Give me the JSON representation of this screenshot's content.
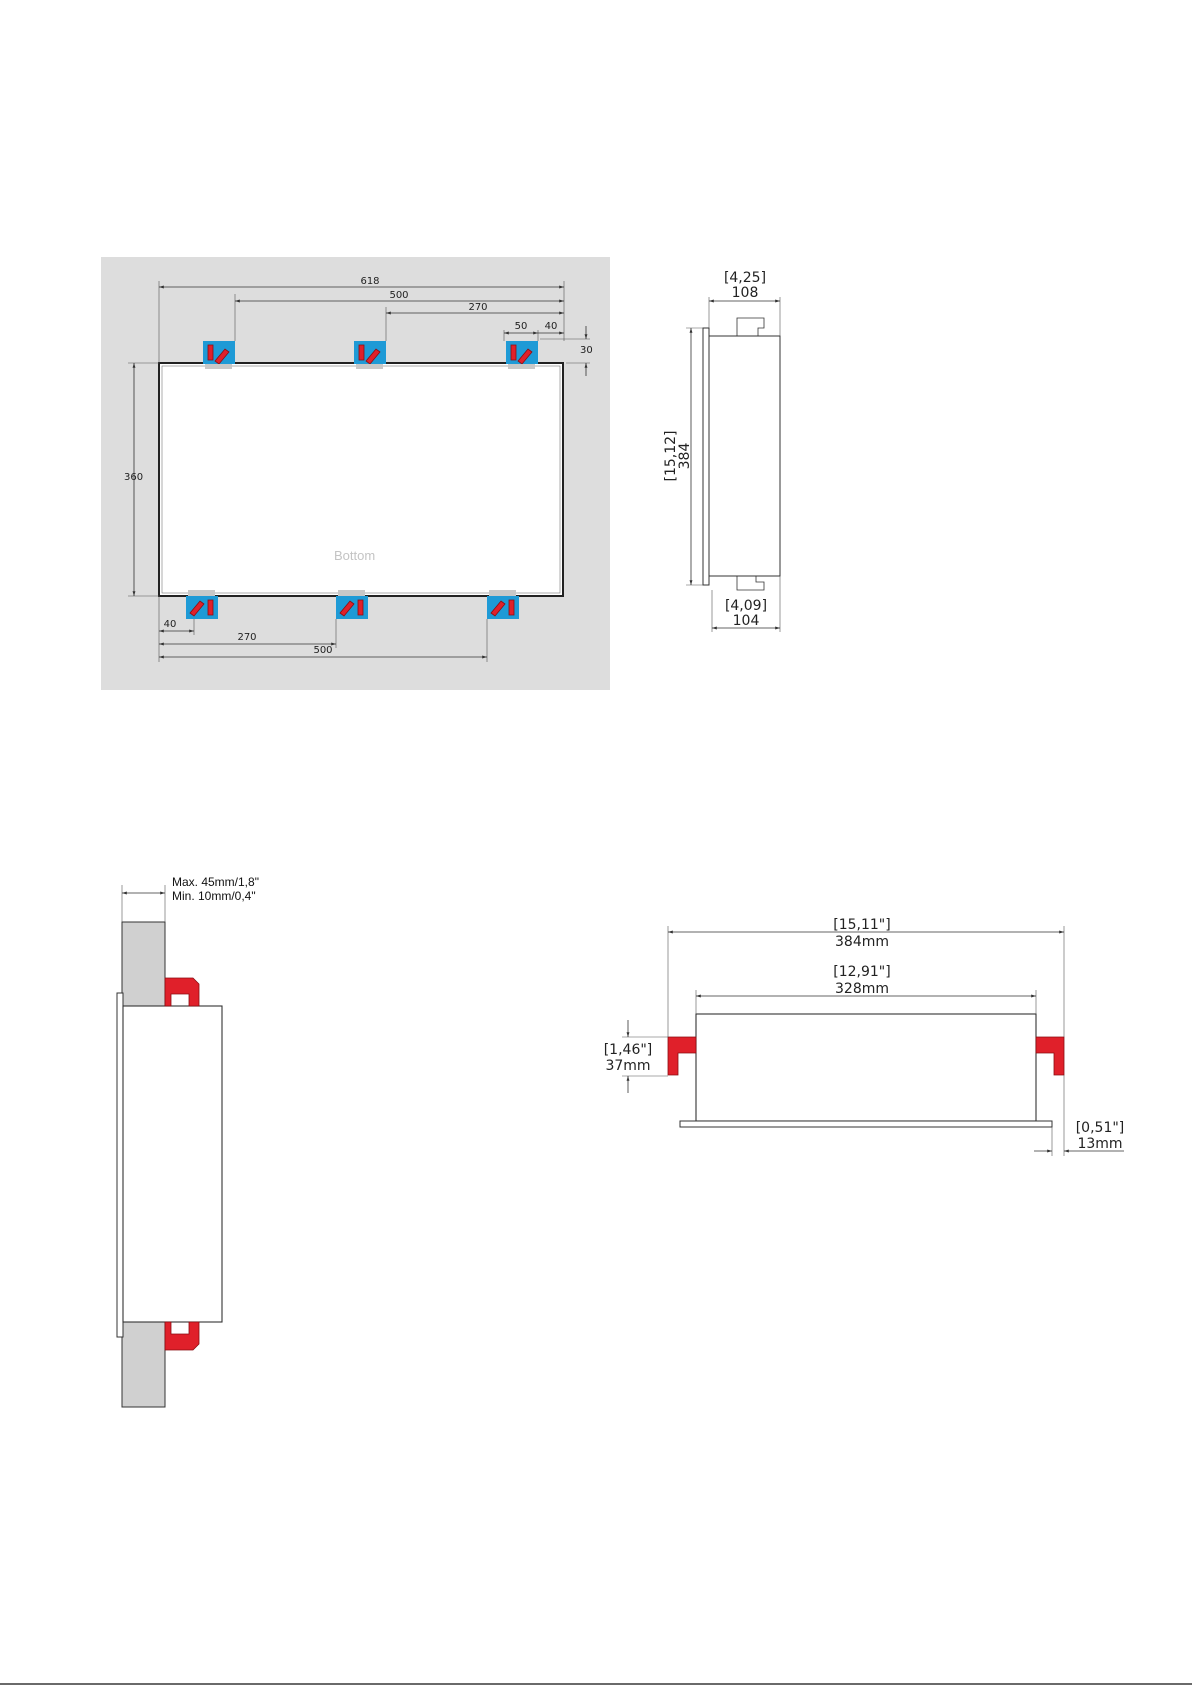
{
  "colors": {
    "panel_bg": "#dddddd",
    "clamp_blue": "#1e9ad6",
    "clamp_red": "#e0202a",
    "wall_grey": "#d0d0d0"
  },
  "front_view": {
    "overall_width": "618",
    "clamp_span_500_top": "500",
    "clamp_span_270_top": "270",
    "edge_50": "50",
    "edge_40_top": "40",
    "offset_30": "30",
    "height_360": "360",
    "edge_40_bottom": "40",
    "clamp_span_270_bottom": "270",
    "clamp_span_500_bottom": "500",
    "face_label": "Bottom"
  },
  "side_view": {
    "top_inch": "[4,25]",
    "top_mm": "108",
    "height_inch": "[15,12]",
    "height_mm": "384",
    "bottom_inch": "[4,09]",
    "bottom_mm": "104"
  },
  "wall_view": {
    "max_thickness": "Max. 45mm/1,8\"",
    "min_thickness": "Min. 10mm/0,4\""
  },
  "top_view": {
    "overall_inch": "[15,11\"]",
    "overall_mm": "384mm",
    "inner_inch": "[12,91\"]",
    "inner_mm": "328mm",
    "depth_inch": "[1,46\"]",
    "depth_mm": "37mm",
    "lip_inch": "[0,51\"]",
    "lip_mm": "13mm"
  }
}
